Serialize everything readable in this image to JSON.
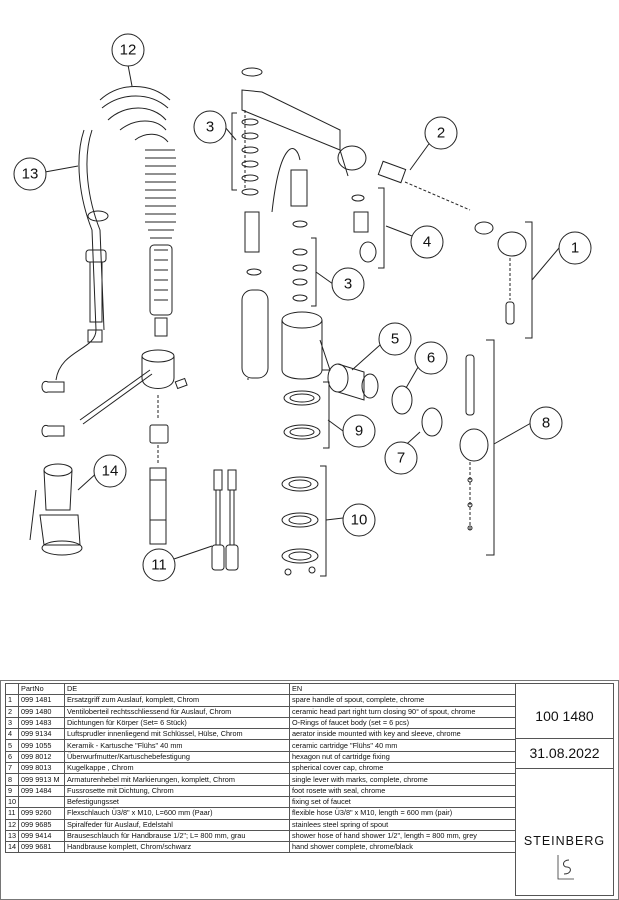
{
  "callouts": [
    "1",
    "2",
    "3",
    "3",
    "4",
    "5",
    "6",
    "7",
    "8",
    "9",
    "10",
    "11",
    "12",
    "13",
    "14"
  ],
  "table": {
    "headers": [
      "",
      "PartNo",
      "DE",
      "EN"
    ],
    "rows": [
      {
        "pos": "1",
        "part": "099 1481",
        "de": "Ersatzgriff zum Auslauf, komplett, Chrom",
        "en": "spare handle of spout, complete, chrome"
      },
      {
        "pos": "2",
        "part": "099 1480",
        "de": "Ventiloberteil rechtsschliessend für Auslauf, Chrom",
        "en": "ceramic head part right turn closing 90° of spout, chrome"
      },
      {
        "pos": "3",
        "part": "099 1483",
        "de": "Dichtungen für Körper (Set= 6 Stück)",
        "en": "O-Rings of faucet body (set = 6 pcs)"
      },
      {
        "pos": "4",
        "part": "099 9134",
        "de": "Luftsprudler innenliegend mit Schlüssel, Hülse, Chrom",
        "en": "aerator inside mounted with key and sleeve, chrome"
      },
      {
        "pos": "5",
        "part": "099 1055",
        "de": "Keramik - Kartusche \"Flühs\" 40 mm",
        "en": "ceramic cartridge \"Flühs\" 40 mm"
      },
      {
        "pos": "6",
        "part": "099 8012",
        "de": "Überwurfmutter/Kartuschebefestigung",
        "en": "hexagon nut of cartridge fixing"
      },
      {
        "pos": "7",
        "part": "099 8013",
        "de": "Kugelkappe , Chrom",
        "en": "spherical cover cap, chrome"
      },
      {
        "pos": "8",
        "part": "099 9913 M",
        "de": "Armaturenhebel mit Markierungen, komplett, Chrom",
        "en": "single lever with marks, complete, chrome"
      },
      {
        "pos": "9",
        "part": "099 1484",
        "de": "Fussrosette mit Dichtung, Chrom",
        "en": "foot rosete with seal, chrome"
      },
      {
        "pos": "10",
        "part": "",
        "de": "Befestigungsset",
        "en": "fixing set of faucet"
      },
      {
        "pos": "11",
        "part": "099 9260",
        "de": "Flexschlauch Ü3/8\" x M10, L=600 mm (Paar)",
        "en": "flexible hose Ü3/8\" x M10, length = 600 mm (pair)"
      },
      {
        "pos": "12",
        "part": "099 9685",
        "de": "Spiralfeder für Auslauf, Edelstahl",
        "en": "stainlees steel spring of spout"
      },
      {
        "pos": "13",
        "part": "099 9414",
        "de": "Brauseschlauch für Handbrause 1/2\"; L= 800 mm, grau",
        "en": "shower hose of hand shower 1/2\", length = 800 mm, grey"
      },
      {
        "pos": "14",
        "part": "099 9681",
        "de": "Handbrause komplett, Chrom/schwarz",
        "en": "hand shower complete, chrome/black"
      }
    ]
  },
  "title_block": {
    "part_number": "100 1480",
    "date": "31.08.2022",
    "brand": "STEINBERG"
  }
}
